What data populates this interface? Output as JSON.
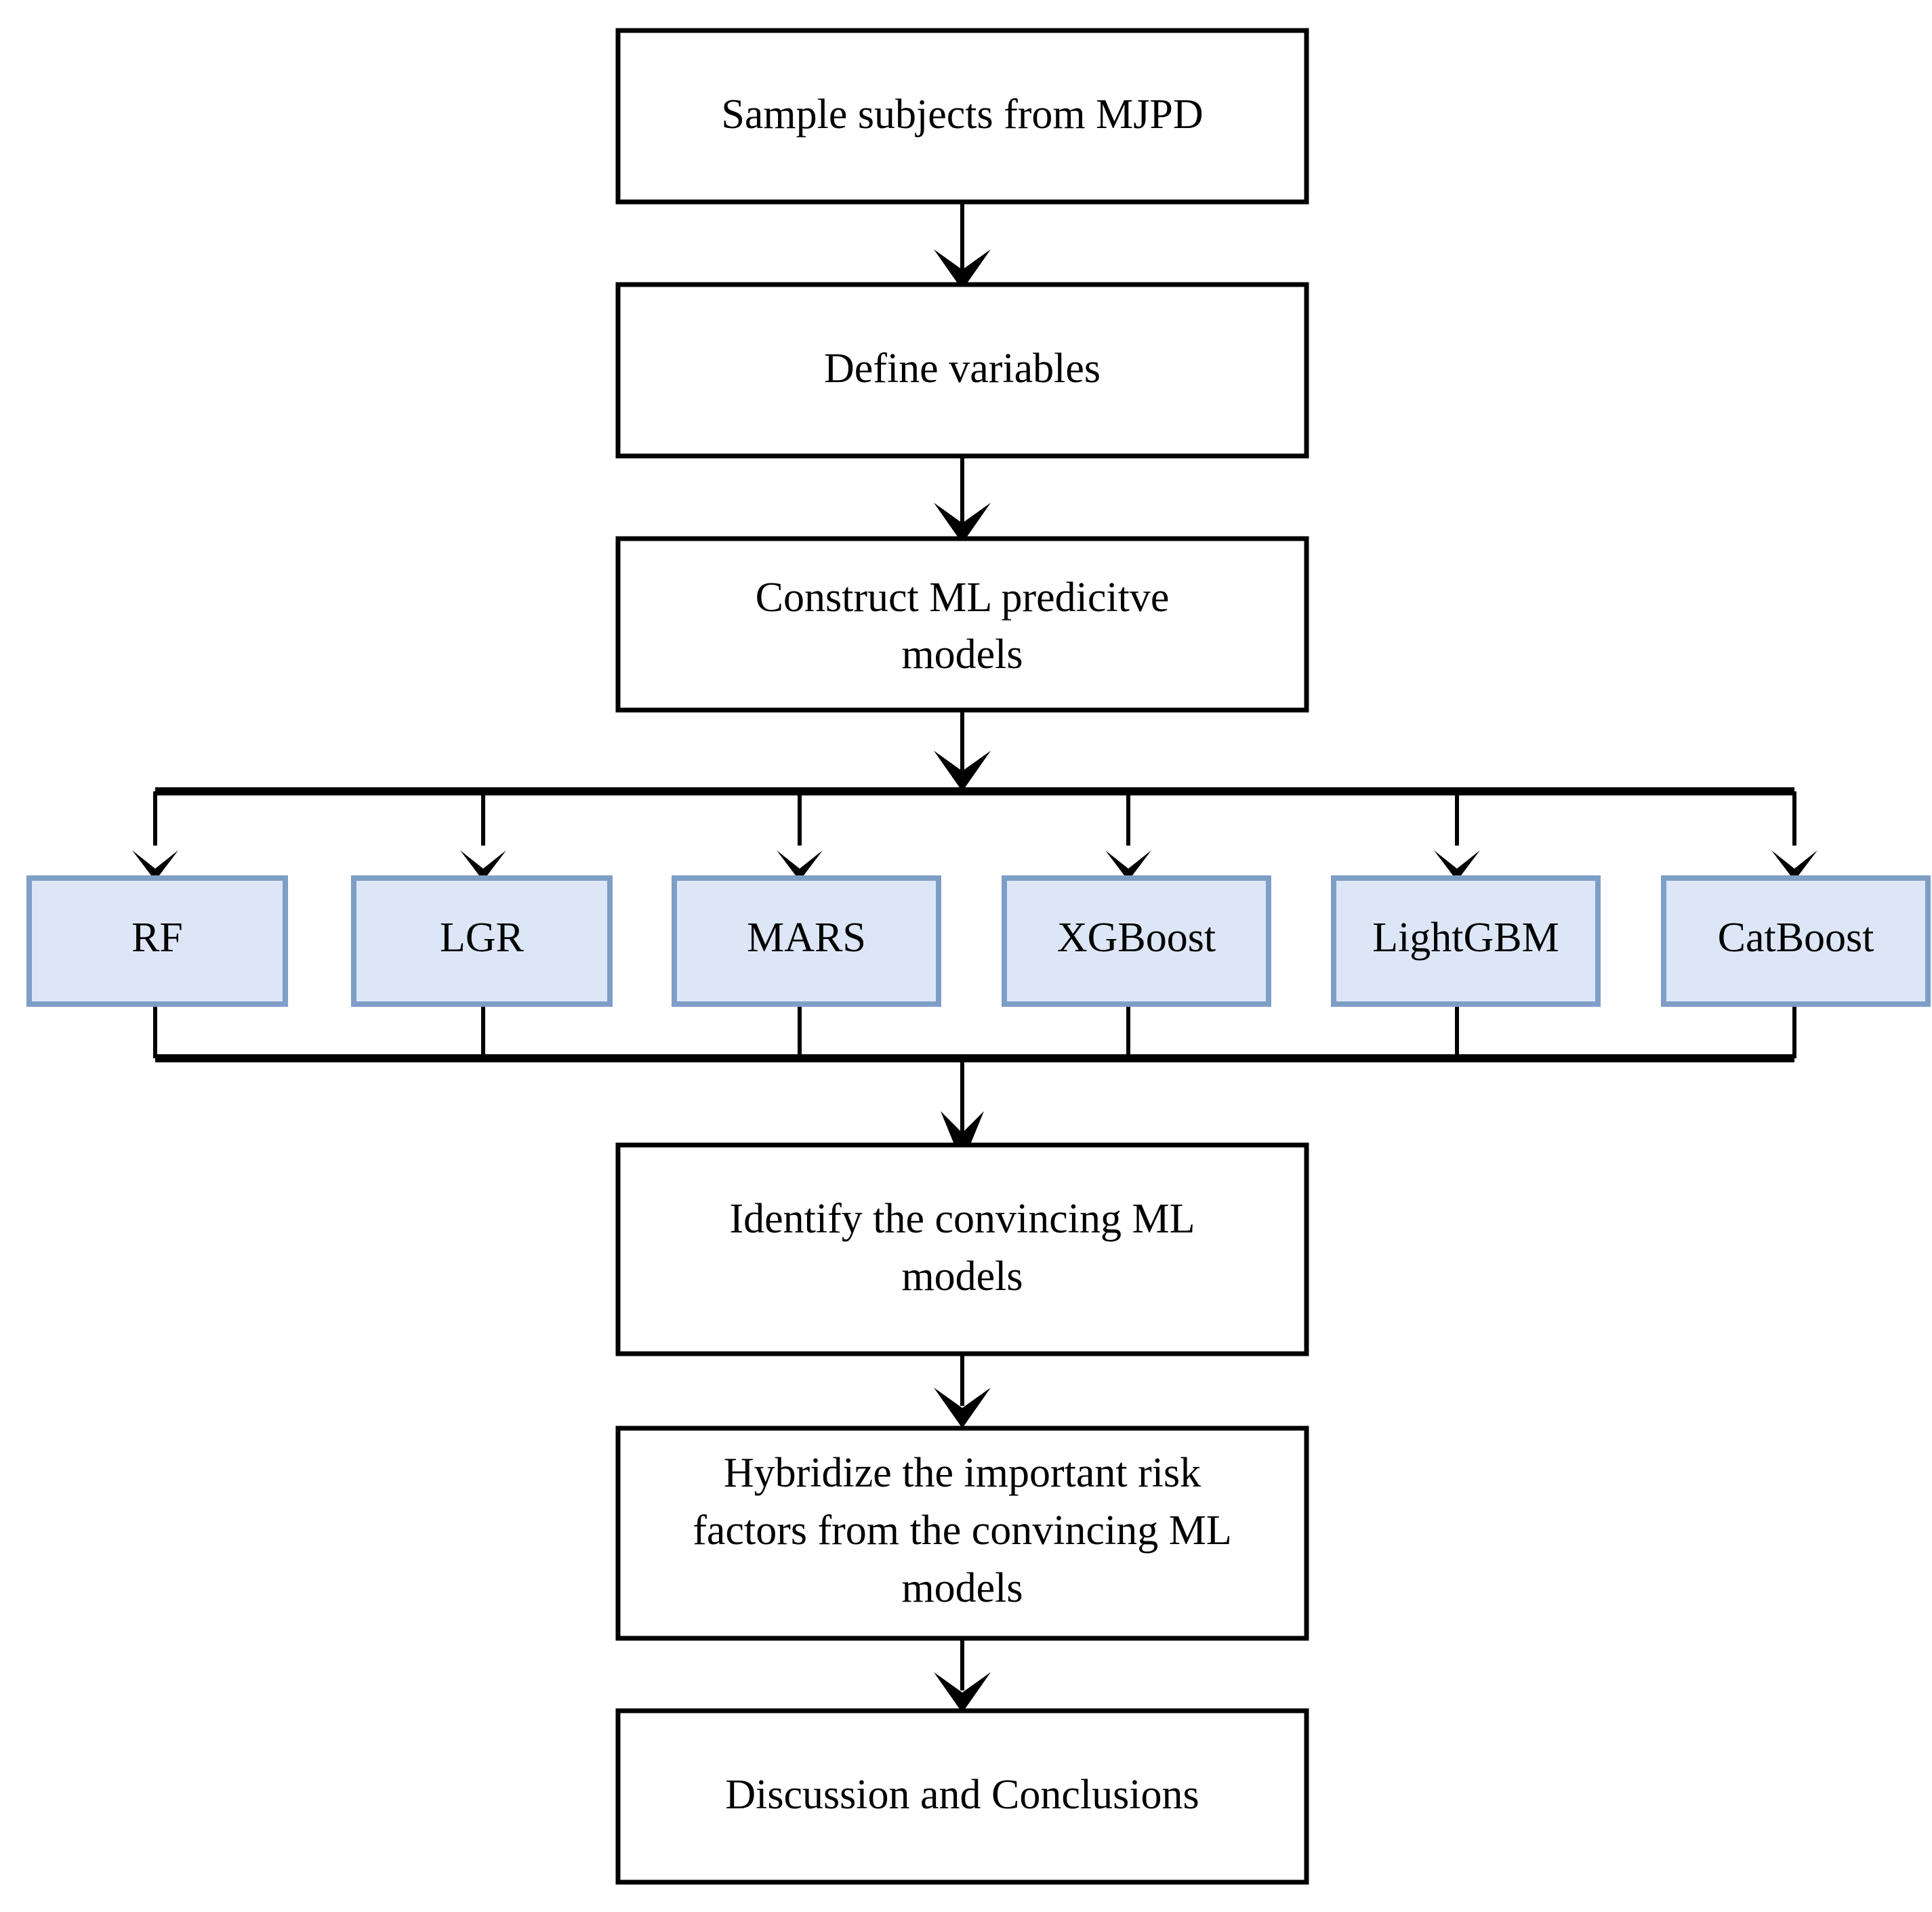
{
  "diagram": {
    "title": "Machine learning study workflow flowchart",
    "type": "flowchart",
    "background_color": "#ffffff",
    "main_node_fill": "#ffffff",
    "main_node_stroke": "#000000",
    "model_node_fill": "#dce6f6",
    "model_node_stroke": "#7f9ec7",
    "connector_color": "#000000",
    "main_nodes": [
      {
        "id": "sample",
        "label": "Sample subjects from MJPD",
        "lines": [
          "Sample subjects from MJPD"
        ]
      },
      {
        "id": "define",
        "label": "Define variables",
        "lines": [
          "Define variables"
        ]
      },
      {
        "id": "construct",
        "label": "Construct ML predicitve models",
        "lines": [
          "Construct ML predicitve",
          "models"
        ]
      },
      {
        "id": "identify",
        "label": "Identify the convincing ML models",
        "lines": [
          "Identify the convincing ML",
          "models"
        ]
      },
      {
        "id": "hybridize",
        "label": "Hybridize the important risk factors from the convincing ML models",
        "lines": [
          "Hybridize the important risk",
          "factors from the convincing ML",
          "models"
        ]
      },
      {
        "id": "discussion",
        "label": "Discussion and Conclusions",
        "lines": [
          "Discussion and Conclusions"
        ]
      }
    ],
    "model_nodes": [
      {
        "id": "rf",
        "label": "RF"
      },
      {
        "id": "lgr",
        "label": "LGR"
      },
      {
        "id": "mars",
        "label": "MARS"
      },
      {
        "id": "xgboost",
        "label": "XGBoost"
      },
      {
        "id": "lightgbm",
        "label": "LightGBM"
      },
      {
        "id": "catboost",
        "label": "CatBoost"
      }
    ],
    "flow_sequence": [
      "Sample subjects from MJPD",
      "Define variables",
      "Construct ML predicitve models",
      "RF / LGR / MARS / XGBoost / LightGBM / CatBoost",
      "Identify the convincing ML models",
      "Hybridize the important risk factors from the convincing ML models",
      "Discussion and Conclusions"
    ]
  }
}
